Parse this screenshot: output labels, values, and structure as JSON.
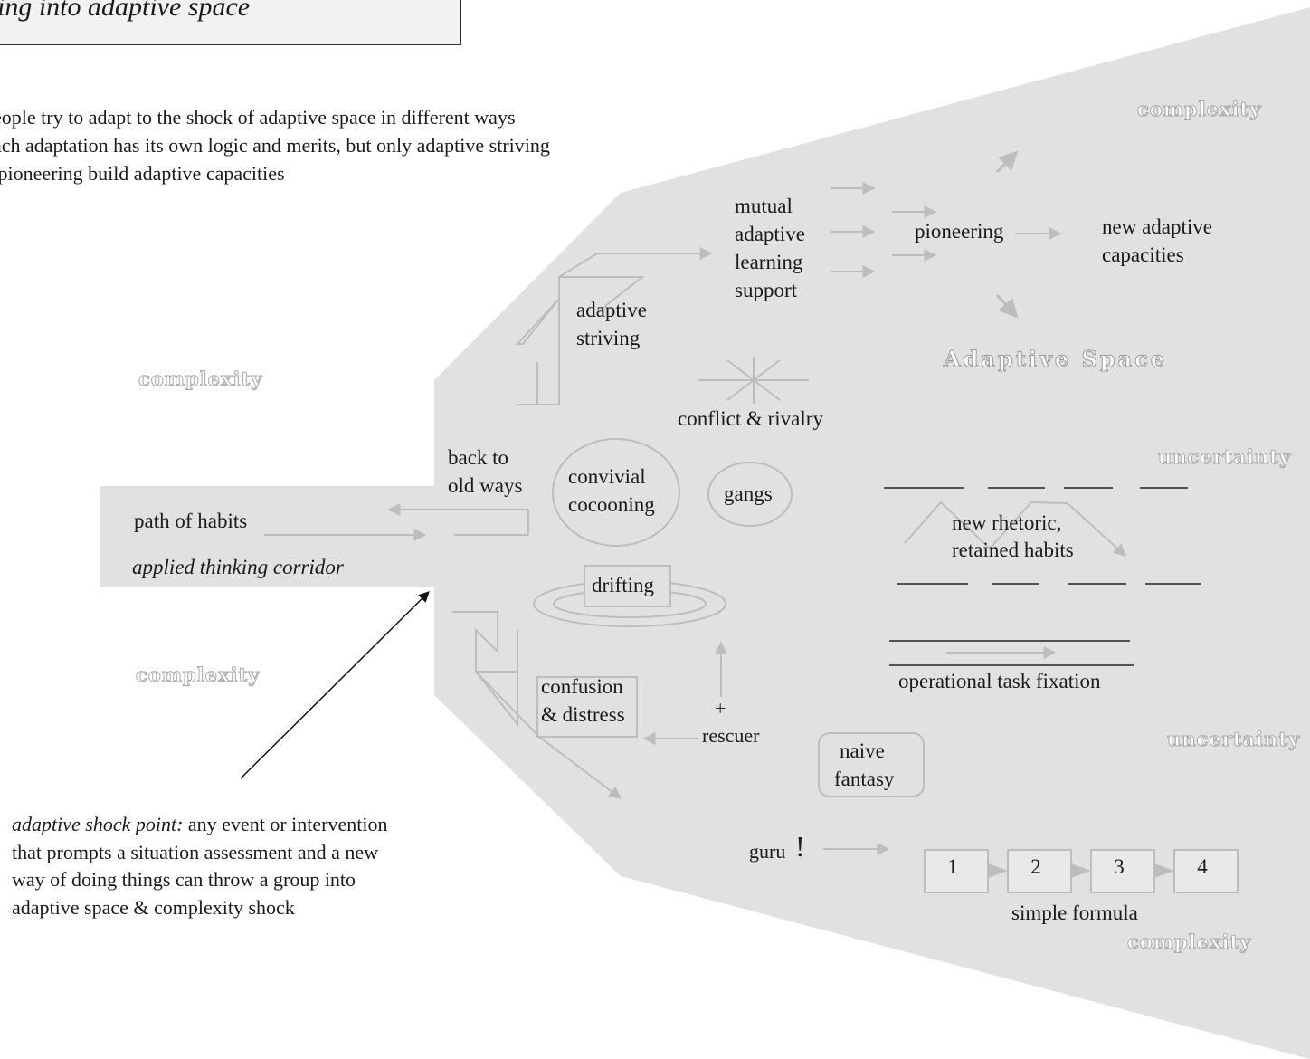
{
  "title": "ing into adaptive space",
  "intro_lines": [
    "eople try to adapt to the shock of adaptive space in different ways",
    "ach adaptation has its own logic and merits, but only adaptive striving",
    " pioneering build adaptive capacities"
  ],
  "space_label": "Adaptive Space",
  "edge_labels": {
    "complexity_top_right": "complexity",
    "complexity_left_upper": "complexity",
    "complexity_left_lower": "complexity",
    "complexity_bottom_right": "complexity",
    "uncertainty_upper": "uncertainty",
    "uncertainty_lower": "uncertainty"
  },
  "corridor": {
    "path_label": "path of habits",
    "corridor_label": "applied thinking corridor"
  },
  "nodes": {
    "back_to_old_ways": [
      "back to",
      "old ways"
    ],
    "convivial_cocooning": [
      "convivial",
      "cocooning"
    ],
    "gangs": "gangs",
    "drifting": "drifting",
    "adaptive_striving": [
      "adaptive",
      "striving"
    ],
    "mutual_support": [
      "mutual",
      "adaptive",
      "learning",
      "support"
    ],
    "pioneering": "pioneering",
    "new_capacities": [
      "new adaptive",
      "capacities"
    ],
    "conflict": "conflict & rivalry",
    "new_rhetoric": [
      "new rhetoric,",
      "retained habits"
    ],
    "operational": "operational task fixation",
    "confusion": [
      "confusion",
      "& distress"
    ],
    "rescuer": "rescuer",
    "naive_fantasy": [
      "naive",
      "fantasy"
    ],
    "guru": "guru",
    "guru_mark": "!",
    "formula_steps": [
      "1",
      "2",
      "3",
      "4"
    ],
    "simple_formula": "simple formula"
  },
  "shock_point": {
    "label": "adaptive shock point:",
    "lines": [
      " any event or intervention",
      "that prompts a situation assessment and a new",
      "way of doing things can throw a group into",
      "adaptive space & complexity shock"
    ]
  },
  "colors": {
    "space_fill": "#e1e1e1",
    "arrow_gray": "#bdbdbd",
    "line_dark": "#222222"
  }
}
